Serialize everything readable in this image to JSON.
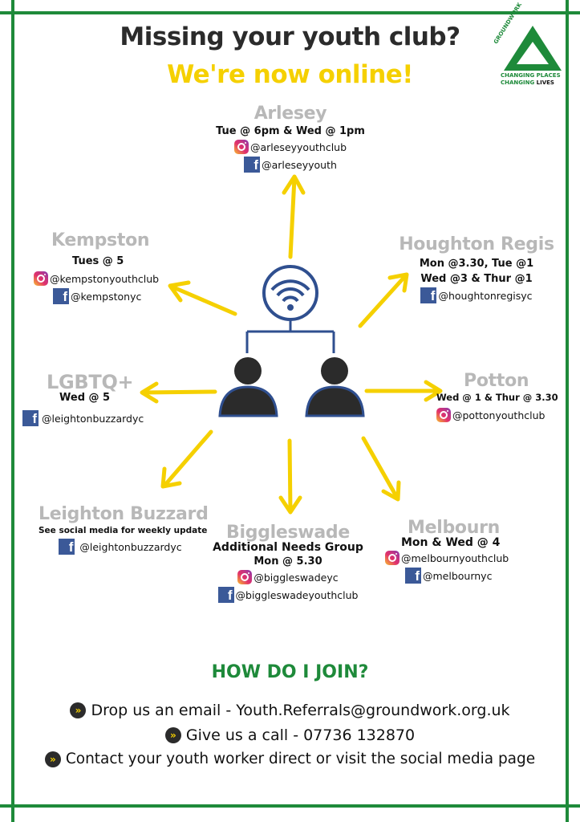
{
  "header": {
    "title": "Missing your youth club?",
    "subtitle": "We're now online!"
  },
  "logo": {
    "brand": "GROUNDWORK",
    "tagline_line1": "CHANGING PLACES",
    "tagline_line2_a": "CHANGING ",
    "tagline_line2_b": "LIVES"
  },
  "clubs": {
    "arlesey": {
      "name": "Arlesey",
      "times": [
        "Tue @ 6pm & Wed @ 1pm"
      ],
      "instagram": "@arleseyyouthclub",
      "facebook": "@arleseyyouth"
    },
    "kempston": {
      "name": "Kempston",
      "times": [
        "Tues @ 5"
      ],
      "instagram": "@kempstonyouthclub",
      "facebook": "@kempstonyc"
    },
    "houghton": {
      "name": "Houghton Regis",
      "times": [
        "Mon @3.30, Tue @1",
        "Wed @3 & Thur @1"
      ],
      "facebook": "@houghtonregisyc"
    },
    "lgbtq": {
      "name": "LGBTQ+",
      "times": [
        "Wed @ 5"
      ],
      "facebook": "@leightonbuzzardyc"
    },
    "potton": {
      "name": "Potton",
      "times": [
        "Wed @ 1 & Thur @ 3.30"
      ],
      "instagram": "@pottonyouthclub"
    },
    "leighton": {
      "name": "Leighton Buzzard",
      "times": [
        "See social media for weekly update"
      ],
      "facebook": "@leightonbuzzardyc"
    },
    "biggleswade": {
      "name": "Biggleswade",
      "times": [
        "Additional Needs Group",
        "Mon @ 5.30"
      ],
      "instagram": "@biggleswadeyc",
      "facebook": "@biggleswadeyouthclub"
    },
    "melbourn": {
      "name": "Melbourn",
      "times": [
        "Mon & Wed @ 4"
      ],
      "instagram": "@melbournyouthclub",
      "facebook": "@melbournyc"
    }
  },
  "join": {
    "title": "HOW DO I JOIN?",
    "lines": [
      "Drop us an email - Youth.Referrals@groundwork.org.uk",
      "Give us a call - 07736 132870",
      "Contact your youth worker direct or visit the social media page"
    ]
  },
  "icons": {
    "hub": "wifi-people-network-icon",
    "instagram": "instagram-icon",
    "facebook": "facebook-icon",
    "bullet": "double-chevron-right-icon"
  },
  "colors": {
    "frame_green": "#1e8a3a",
    "accent_yellow": "#f5d000",
    "hub_blue": "#2f4f8f",
    "hub_dark": "#2b2b2b",
    "location_grey": "#b8b8b8"
  }
}
